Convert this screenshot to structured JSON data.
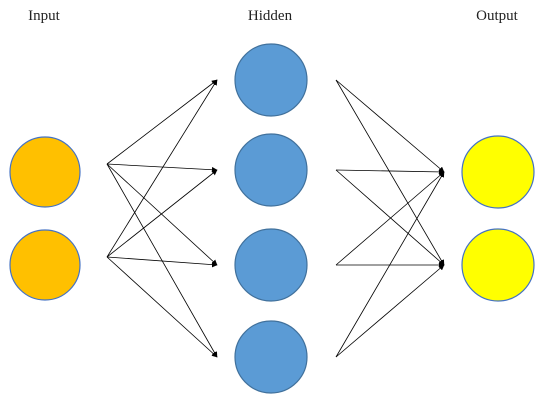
{
  "labels": {
    "input": "Input",
    "hidden": "Hidden",
    "output": "Output"
  },
  "layers": [
    {
      "name": "input",
      "nodes": 2,
      "fill": "#FFC000",
      "stroke": "#4472C4"
    },
    {
      "name": "hidden",
      "nodes": 4,
      "fill": "#5B9BD5",
      "stroke": "#41719C"
    },
    {
      "name": "output",
      "nodes": 2,
      "fill": "#FFFF00",
      "stroke": "#4472C4"
    }
  ],
  "connections": "fully-connected",
  "edge_color": "#000000"
}
